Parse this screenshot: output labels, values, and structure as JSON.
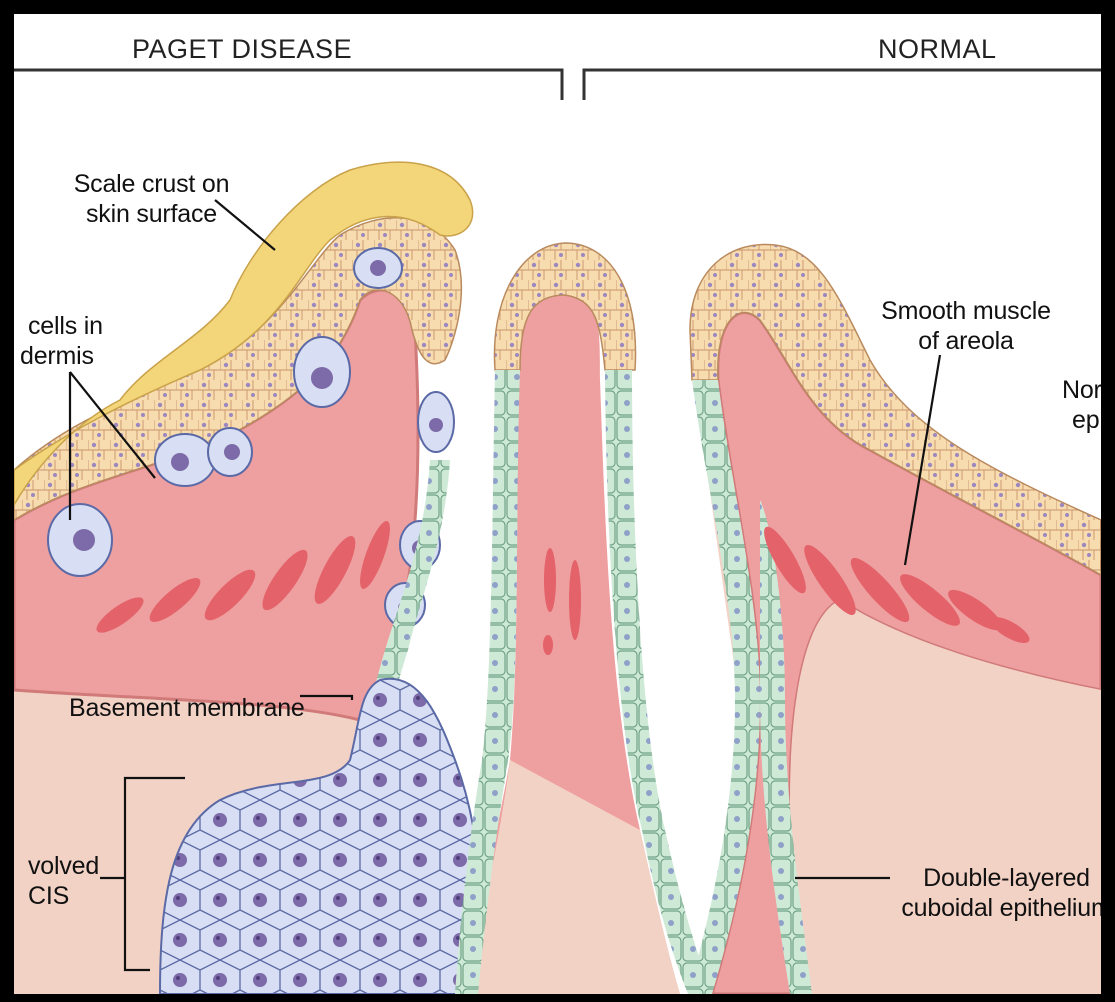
{
  "headers": {
    "left": "PAGET DISEASE",
    "right": "NORMAL"
  },
  "labels": {
    "scale_crust": [
      "Scale crust on",
      "skin surface"
    ],
    "paget_cells": [
      "cells in",
      "dermis"
    ],
    "smooth_muscle": [
      "Smooth muscle",
      "of areola"
    ],
    "normal_epith": [
      "Norm",
      "epith"
    ],
    "basement_membrane": "Basement membrane",
    "involved_dcis": [
      "volved",
      "CIS"
    ],
    "double_layered": [
      "Double-layered",
      "cuboidal epithelium"
    ]
  },
  "colors": {
    "crust": "#f3d57a",
    "epidermis": "#f7dcb0",
    "dermis_pink": "#ee9f9f",
    "stroma": "#f3d2c6",
    "muscle": "#e4626a",
    "duct_epithelium": "#cfe9d7",
    "paget_cell": "#d8def3",
    "nucleus": "#8a7ab2"
  }
}
